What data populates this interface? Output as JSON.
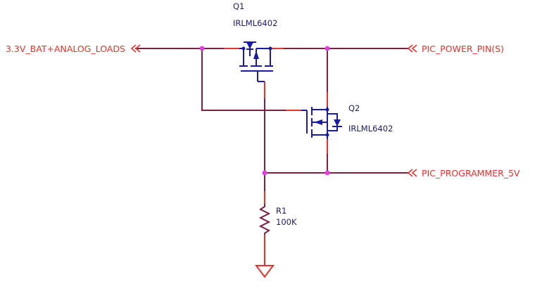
{
  "colors": {
    "wire": "#7f1f3f",
    "pin": "#e8312a",
    "part": "#1a1aa8",
    "label": "#1a1a6e",
    "net_label": "#e8312a",
    "junction": "#e83ce0"
  },
  "nets": {
    "left": "3.3V_BAT+ANALOG_LOADS",
    "power_pin": "PIC_POWER_PIN(S)",
    "programmer": "PIC_PROGRAMMER_5V"
  },
  "components": {
    "q1": {
      "ref": "Q1",
      "value": "IRLML6402"
    },
    "q2": {
      "ref": "Q2",
      "value": "IRLML6402"
    },
    "r1": {
      "ref": "R1",
      "value": "100K"
    }
  }
}
